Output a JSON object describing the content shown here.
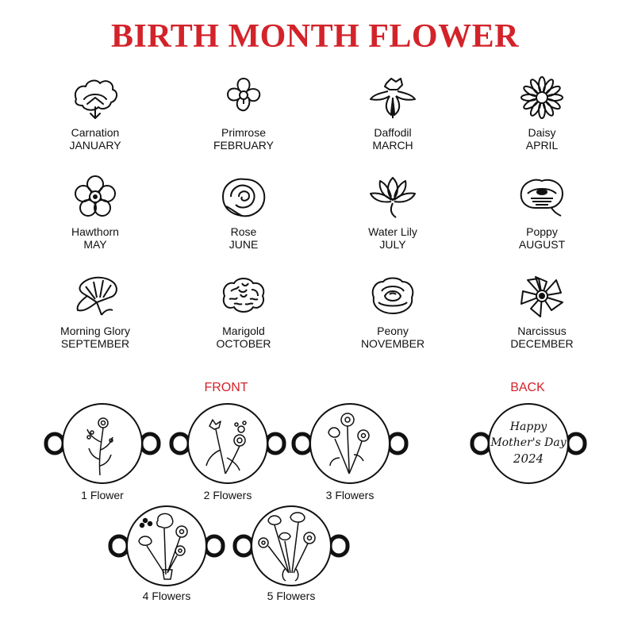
{
  "title": "BIRTH MONTH FLOWER",
  "colors": {
    "accent": "#d3232a",
    "ink": "#111111",
    "background": "#ffffff"
  },
  "months": [
    {
      "flower": "Carnation",
      "month": "JANUARY",
      "icon": "carnation-icon"
    },
    {
      "flower": "Primrose",
      "month": "FEBRUARY",
      "icon": "primrose-icon"
    },
    {
      "flower": "Daffodil",
      "month": "MARCH",
      "icon": "daffodil-icon"
    },
    {
      "flower": "Daisy",
      "month": "APRIL",
      "icon": "daisy-icon"
    },
    {
      "flower": "Hawthorn",
      "month": "MAY",
      "icon": "hawthorn-icon"
    },
    {
      "flower": "Rose",
      "month": "JUNE",
      "icon": "rose-icon"
    },
    {
      "flower": "Water Lily",
      "month": "JULY",
      "icon": "water-lily-icon"
    },
    {
      "flower": "Poppy",
      "month": "AUGUST",
      "icon": "poppy-icon"
    },
    {
      "flower": "Morning Glory",
      "month": "SEPTEMBER",
      "icon": "morning-glory-icon"
    },
    {
      "flower": "Marigold",
      "month": "OCTOBER",
      "icon": "marigold-icon"
    },
    {
      "flower": "Peony",
      "month": "NOVEMBER",
      "icon": "peony-icon"
    },
    {
      "flower": "Narcissus",
      "month": "DECEMBER",
      "icon": "narcissus-icon"
    }
  ],
  "front": {
    "label": "FRONT",
    "options": [
      {
        "label": "1 Flower"
      },
      {
        "label": "2 Flowers"
      },
      {
        "label": "3 Flowers"
      },
      {
        "label": "4 Flowers"
      },
      {
        "label": "5 Flowers"
      }
    ]
  },
  "back": {
    "label": "BACK",
    "lines": [
      "Happy",
      "Mother's Day",
      "2024"
    ]
  }
}
